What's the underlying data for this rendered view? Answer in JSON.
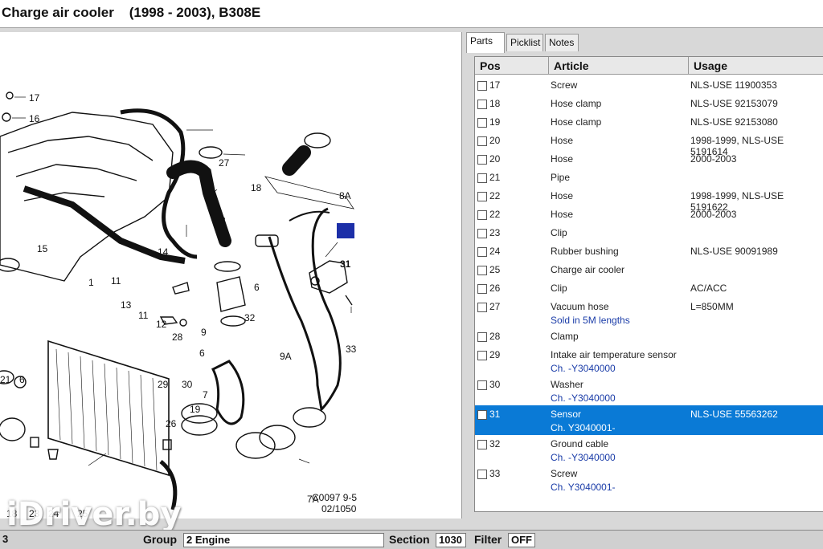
{
  "title": "Charge air cooler    (1998 - 2003), B308E",
  "tabs": [
    {
      "label": "Parts",
      "active": true
    },
    {
      "label": "Picklist",
      "active": false
    },
    {
      "label": "Notes",
      "active": false
    }
  ],
  "columns": {
    "pos": "Pos",
    "article": "Article",
    "usage": "Usage"
  },
  "rows": [
    {
      "pos": "17",
      "article": "Screw",
      "usage": "NLS-USE 11900353",
      "sub": ""
    },
    {
      "pos": "18",
      "article": "Hose clamp",
      "usage": "NLS-USE 92153079",
      "sub": ""
    },
    {
      "pos": "19",
      "article": "Hose clamp",
      "usage": "NLS-USE 92153080",
      "sub": ""
    },
    {
      "pos": "20",
      "article": "Hose",
      "usage": "1998-1999, NLS-USE 5191614",
      "sub": ""
    },
    {
      "pos": "20",
      "article": "Hose",
      "usage": "2000-2003",
      "sub": ""
    },
    {
      "pos": "21",
      "article": "Pipe",
      "usage": "",
      "sub": ""
    },
    {
      "pos": "22",
      "article": "Hose",
      "usage": "1998-1999, NLS-USE 5191622",
      "sub": ""
    },
    {
      "pos": "22",
      "article": "Hose",
      "usage": "2000-2003",
      "sub": ""
    },
    {
      "pos": "23",
      "article": "Clip",
      "usage": "",
      "sub": ""
    },
    {
      "pos": "24",
      "article": "Rubber bushing",
      "usage": "NLS-USE 90091989",
      "sub": ""
    },
    {
      "pos": "25",
      "article": "Charge air cooler",
      "usage": "",
      "sub": ""
    },
    {
      "pos": "26",
      "article": "Clip",
      "usage": "AC/ACC",
      "sub": ""
    },
    {
      "pos": "27",
      "article": "Vacuum hose",
      "usage": "L=850MM",
      "sub": "Sold in 5M lengths"
    },
    {
      "pos": "28",
      "article": "Clamp",
      "usage": "",
      "sub": ""
    },
    {
      "pos": "29",
      "article": "Intake air temperature sensor",
      "usage": "",
      "sub": "Ch. -Y3040000"
    },
    {
      "pos": "30",
      "article": "Washer",
      "usage": "",
      "sub": "Ch. -Y3040000"
    },
    {
      "pos": "31",
      "article": "Sensor",
      "usage": "NLS-USE 55563262",
      "sub": "Ch. Y3040001-",
      "selected": true
    },
    {
      "pos": "32",
      "article": "Ground cable",
      "usage": "",
      "sub": "Ch. -Y3040000"
    },
    {
      "pos": "33",
      "article": "Screw",
      "usage": "",
      "sub": "Ch. Y3040001-"
    }
  ],
  "diagram": {
    "labels": [
      "17",
      "16",
      "27",
      "18",
      "8A",
      "8",
      "14",
      "15",
      "1",
      "11",
      "13",
      "11",
      "12",
      "6",
      "32",
      "31",
      "9A",
      "28",
      "9",
      "6",
      "33",
      "21",
      "6",
      "29",
      "30",
      "7",
      "19",
      "26",
      "18",
      "23",
      "24",
      "25",
      "7A"
    ],
    "selected_label": "31",
    "drawing_id_1": "C0097 9-5",
    "drawing_id_2": "02/1050"
  },
  "status": {
    "left_value": "3",
    "group_label": "Group",
    "group_value": "2 Engine",
    "section_label": "Section",
    "section_value": "1030",
    "filter_label": "Filter",
    "filter_value": "OFF"
  },
  "watermark": "iDriver.by",
  "colors": {
    "selection": "#0a7ad6",
    "callout": "#1c2fa8",
    "link_text": "#1a3ca8"
  }
}
